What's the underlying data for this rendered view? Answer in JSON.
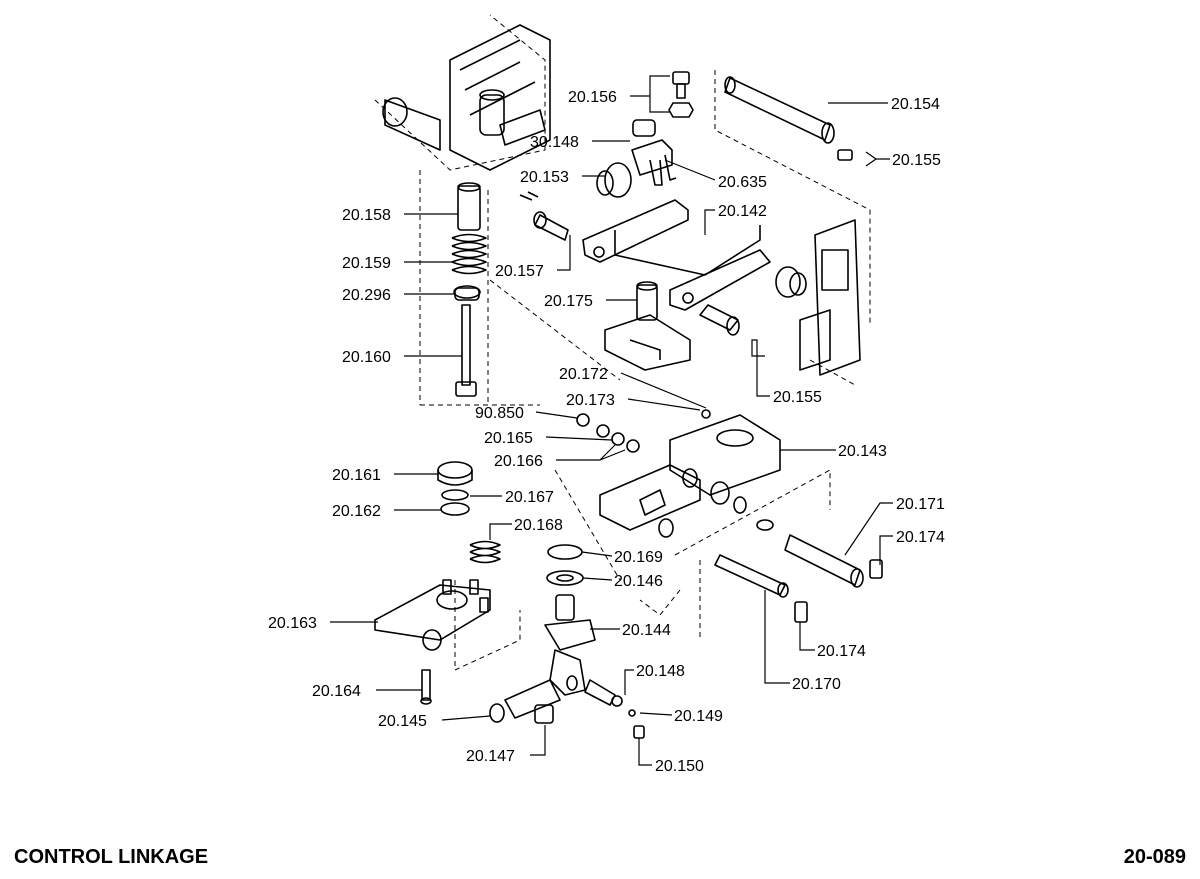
{
  "footer": {
    "title": "CONTROL LINKAGE",
    "page_number": "20-089"
  },
  "callouts": [
    {
      "id": "c156",
      "label": "20.156"
    },
    {
      "id": "c148a",
      "label": "30.148"
    },
    {
      "id": "c154",
      "label": "20.154"
    },
    {
      "id": "c155a",
      "label": "20.155"
    },
    {
      "id": "c153",
      "label": "20.153"
    },
    {
      "id": "c635",
      "label": "20.635"
    },
    {
      "id": "c142",
      "label": "20.142"
    },
    {
      "id": "c158",
      "label": "20.158"
    },
    {
      "id": "c159",
      "label": "20.159"
    },
    {
      "id": "c157",
      "label": "20.157"
    },
    {
      "id": "c296",
      "label": "20.296"
    },
    {
      "id": "c175",
      "label": "20.175"
    },
    {
      "id": "c160",
      "label": "20.160"
    },
    {
      "id": "c172",
      "label": "20.172"
    },
    {
      "id": "c155b",
      "label": "20.155"
    },
    {
      "id": "c173",
      "label": "20.173"
    },
    {
      "id": "c850",
      "label": "90.850"
    },
    {
      "id": "c165",
      "label": "20.165"
    },
    {
      "id": "c143",
      "label": "20.143"
    },
    {
      "id": "c166",
      "label": "20.166"
    },
    {
      "id": "c161",
      "label": "20.161"
    },
    {
      "id": "c167",
      "label": "20.167"
    },
    {
      "id": "c171",
      "label": "20.171"
    },
    {
      "id": "c162",
      "label": "20.162"
    },
    {
      "id": "c168",
      "label": "20.168"
    },
    {
      "id": "c174a",
      "label": "20.174"
    },
    {
      "id": "c169",
      "label": "20.169"
    },
    {
      "id": "c146",
      "label": "20.146"
    },
    {
      "id": "c163",
      "label": "20.163"
    },
    {
      "id": "c144",
      "label": "20.144"
    },
    {
      "id": "c174b",
      "label": "20.174"
    },
    {
      "id": "c148b",
      "label": "20.148"
    },
    {
      "id": "c170",
      "label": "20.170"
    },
    {
      "id": "c164",
      "label": "20.164"
    },
    {
      "id": "c149",
      "label": "20.149"
    },
    {
      "id": "c145",
      "label": "20.145"
    },
    {
      "id": "c147",
      "label": "20.147"
    },
    {
      "id": "c150",
      "label": "20.150"
    }
  ]
}
